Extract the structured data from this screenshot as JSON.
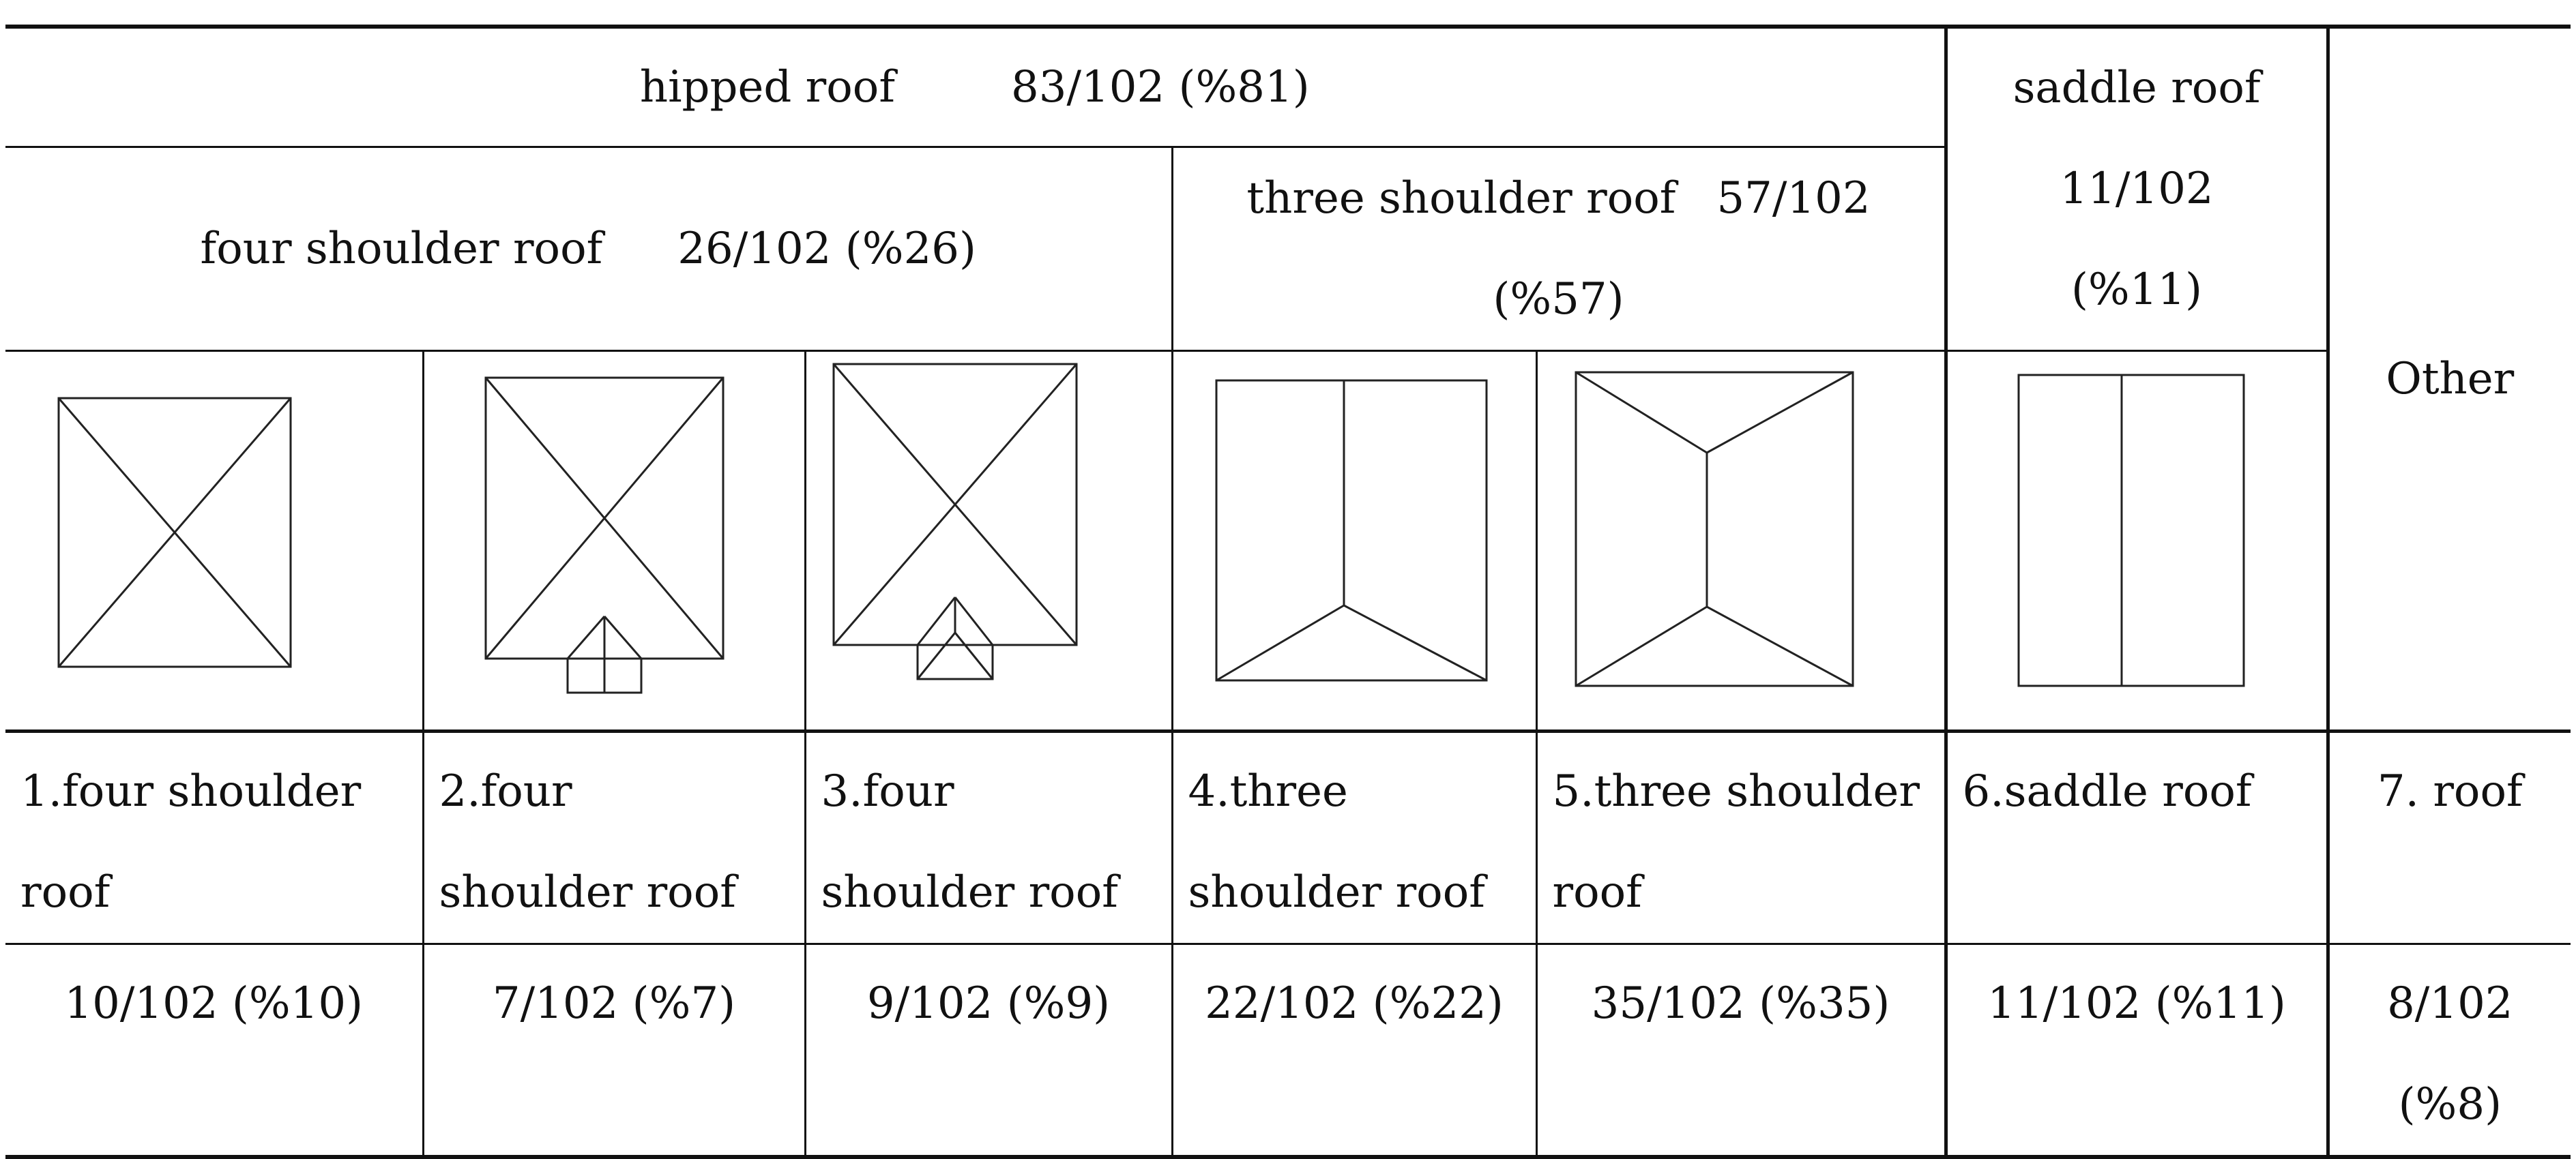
{
  "header": {
    "hipped": {
      "label": "hipped roof",
      "count": "83/102 (%81)"
    },
    "saddle": {
      "label": "saddle roof",
      "count_line1": "11/102",
      "count_line2": "(%11)"
    },
    "other": {
      "label": "Other"
    },
    "four_shoulder": {
      "label": "four shoulder roof",
      "count": "26/102 (%26)"
    },
    "three_shoulder": {
      "label": "three shoulder roof",
      "count": "57/102",
      "pct": "(%57)"
    }
  },
  "types": [
    {
      "name_line1": "1.four  shoulder",
      "name_line2": "roof",
      "value_line1": "10/102 (%10)",
      "value_line2": "",
      "icon": "four-shoulder-plain-icon"
    },
    {
      "name_line1": "2.four",
      "name_line2": "shoulder roof",
      "value_line1": "7/102 (%7)",
      "value_line2": "",
      "icon": "four-shoulder-front-gable-icon"
    },
    {
      "name_line1": "3.four",
      "name_line2": "shoulder roof",
      "value_line1": "9/102 (%9)",
      "value_line2": "",
      "icon": "four-shoulder-front-hip-icon"
    },
    {
      "name_line1": "4.three",
      "name_line2": "shoulder roof",
      "value_line1": "22/102 (%22)",
      "value_line2": "",
      "icon": "three-shoulder-ridge-icon"
    },
    {
      "name_line1": "5.three shoulder",
      "name_line2": "roof",
      "value_line1": "35/102 (%35)",
      "value_line2": "",
      "icon": "three-shoulder-split-icon"
    },
    {
      "name_line1": "6.saddle roof",
      "name_line2": "",
      "value_line1": "11/102 (%11)",
      "value_line2": "",
      "icon": "saddle-roof-icon"
    },
    {
      "name_line1": "7. roof",
      "name_line2": "",
      "value_line1": "8/102",
      "value_line2": "(%8)",
      "icon": ""
    }
  ]
}
